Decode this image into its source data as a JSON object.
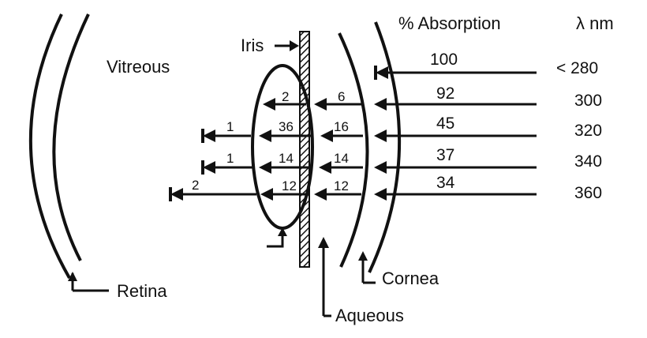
{
  "labels": {
    "absorption_header": "% Absorption",
    "wavelength_header": "λ nm",
    "vitreous": "Vitreous",
    "iris": "Iris",
    "retina": "Retina",
    "cornea": "Cornea",
    "aqueous": "Aqueous"
  },
  "rows": [
    {
      "wavelength": "< 280",
      "cornea": "100"
    },
    {
      "wavelength": "300",
      "cornea": "92",
      "aqueous": "6",
      "lens": "2"
    },
    {
      "wavelength": "320",
      "cornea": "45",
      "aqueous": "16",
      "lens": "36",
      "vitreous": "1"
    },
    {
      "wavelength": "340",
      "cornea": "37",
      "aqueous": "14",
      "lens": "14",
      "vitreous": "1"
    },
    {
      "wavelength": "360",
      "cornea": "34",
      "aqueous": "12",
      "lens": "12",
      "vitreous": "2"
    }
  ]
}
